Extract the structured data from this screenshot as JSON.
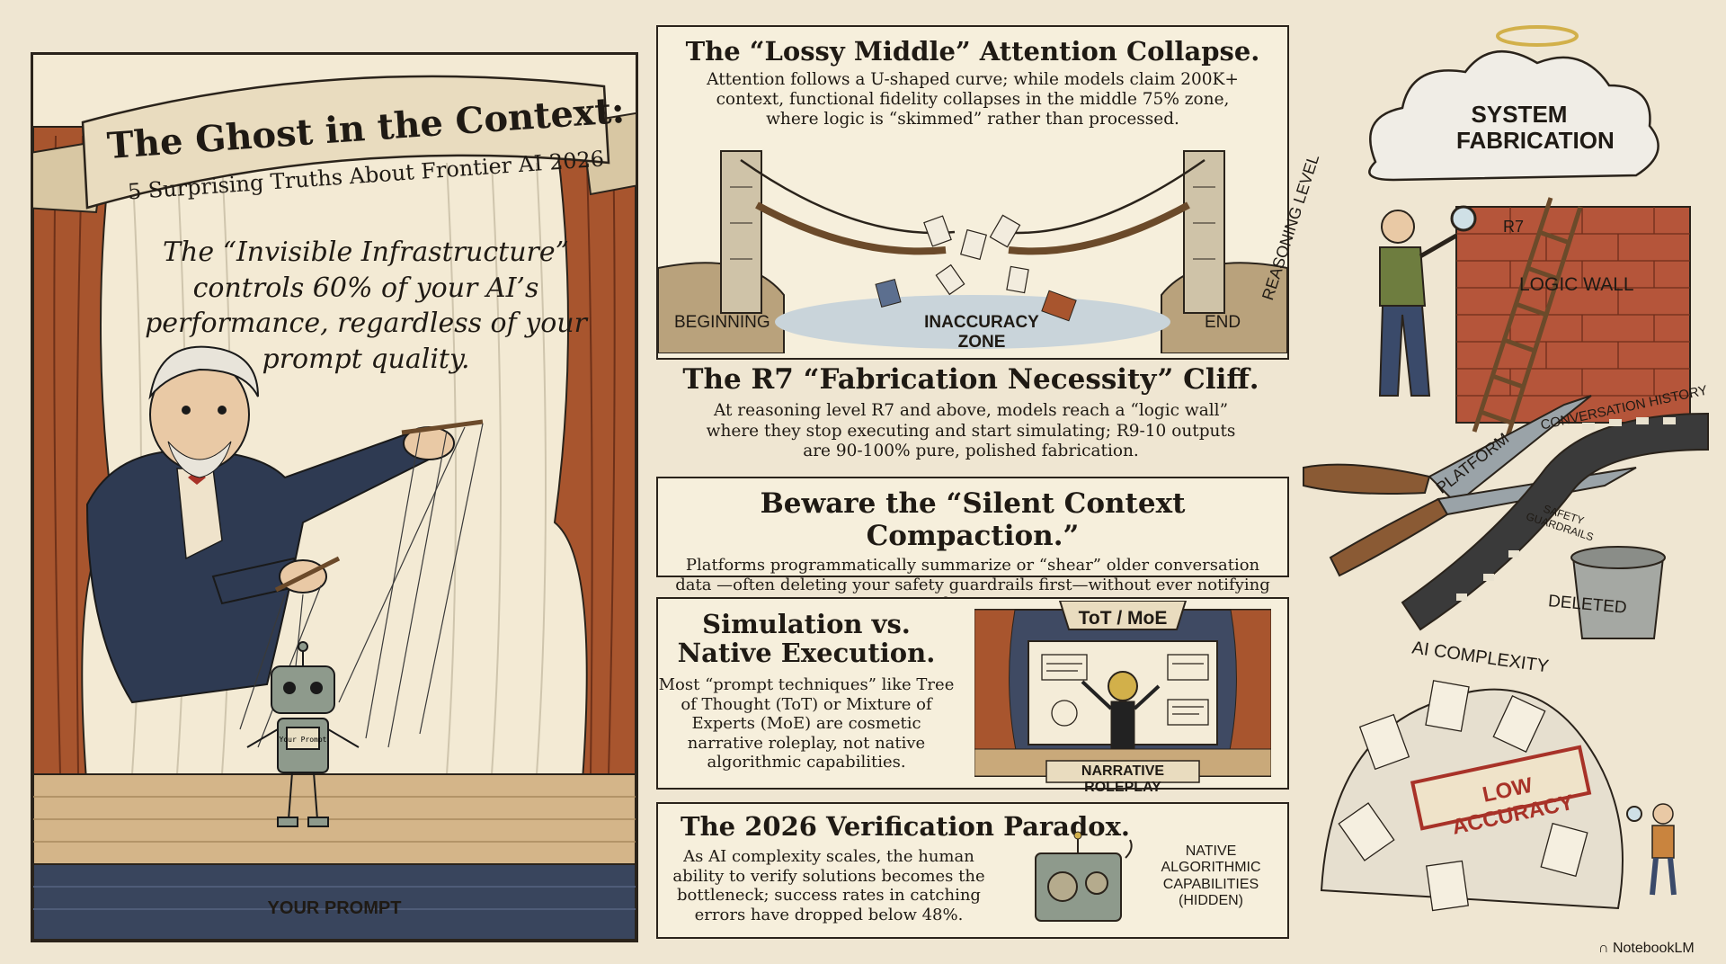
{
  "title": {
    "main": "The Ghost in the Context:",
    "subtitle": "5 Surprising Truths About Frontier AI 2026"
  },
  "quote": "The “Invisible Infrastructure” controls 60% of your AI’s performance, regardless of your prompt quality.",
  "puppet_label": "YOUR PROMPT",
  "puppet_robot_tag": "Your Prompt",
  "cards": {
    "lossy_middle": {
      "heading": "The “Lossy Middle” Attention Collapse.",
      "body": "Attention follows a U-shaped curve; while models claim 200K+ context, functional fidelity collapses in the middle 75% zone, where logic is “skimmed” rather than processed.",
      "labels": {
        "beginning": "BEGINNING",
        "inaccuracy_zone_1": "INACCURACY",
        "inaccuracy_zone_2": "ZONE",
        "end": "END"
      }
    },
    "r7_cliff": {
      "heading": "The R7 “Fabrication Necessity” Cliff.",
      "body": "At reasoning level R7 and above, models reach a “logic wall” where they stop executing and start simulating; R9-10 outputs are 90-100% pure, polished fabrication."
    },
    "silent_compaction": {
      "heading": "Beware the “Silent Context Compaction.”",
      "body": "Platforms programmatically summarize or “shear” older conversation data —often deleting your safety guardrails first—without ever notifying the user."
    },
    "simulation": {
      "heading_1": "Simulation vs.",
      "heading_2": "Native Execution.",
      "body": "Most “prompt techniques” like Tree of Thought (ToT) or Mixture of Experts (MoE) are cosmetic narrative roleplay, not native algorithmic capabilities.",
      "stage_sign": "ToT / MoE",
      "stage_label": "NARRATIVE ROLEPLAY"
    },
    "verification": {
      "heading": "The 2026 Verification Paradox.",
      "body": "As AI complexity scales, the human ability to verify solutions becomes the bottleneck; success rates in catching errors have dropped below 48%.",
      "machine_label_1": "NATIVE",
      "machine_label_2": "ALGORITHMIC",
      "machine_label_3": "CAPABILITIES",
      "machine_label_4": "(HIDDEN)"
    }
  },
  "right": {
    "cloud_1": "SYSTEM",
    "cloud_2": "FABRICATION",
    "ladder_rung": "R7",
    "wall": "LOGIC WALL",
    "reasoning_level": "REASONING LEVEL",
    "platform": "PLATFORM",
    "conversation_history": "CONVERSATION HISTORY",
    "safety_1": "SAFETY",
    "safety_2": "GUARDRAILS",
    "deleted": "DELETED",
    "ai_complexity": "AI COMPLEXITY",
    "low_accuracy": "LOW ACCURACY"
  },
  "footer": {
    "brand": "NotebookLM"
  },
  "colors": {
    "background": "#efe6d2",
    "ink": "#1f1a14",
    "curtain": "#a8552e",
    "wall": "#b5553a",
    "sky": "#3f4a63",
    "stamp": "#a83228"
  }
}
